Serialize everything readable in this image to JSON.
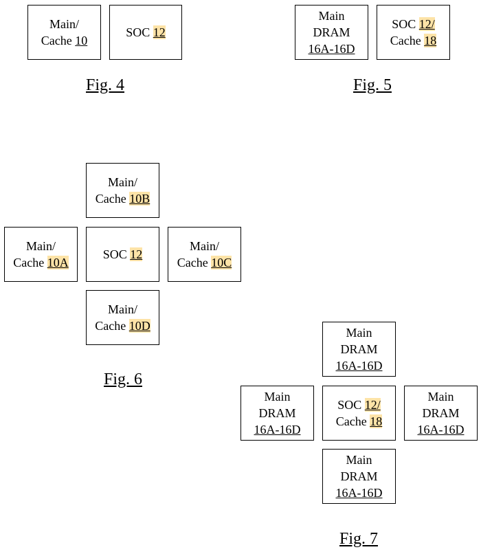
{
  "colors": {
    "highlight": "#fde3a7",
    "border": "#000000"
  },
  "fig4": {
    "caption": "Fig. 4",
    "main_cache": {
      "word1": "Main/",
      "word2": "Cache ",
      "ref": "10"
    },
    "soc": {
      "word1": "SOC ",
      "ref": "12"
    }
  },
  "fig5": {
    "caption": "Fig. 5",
    "main_dram": {
      "line1": "Main",
      "line2": "DRAM",
      "ref": "16A-16D"
    },
    "soc_cache": {
      "word1": "SOC ",
      "ref1": "12/",
      "word2": "Cache ",
      "ref2": "18"
    }
  },
  "fig6": {
    "caption": "Fig. 6",
    "top": {
      "word1": "Main/",
      "word2": "Cache ",
      "ref": "10B"
    },
    "left": {
      "word1": "Main/",
      "word2": "Cache ",
      "ref": "10A"
    },
    "center": {
      "word1": "SOC ",
      "ref": "12"
    },
    "right": {
      "word1": "Main/",
      "word2": "Cache ",
      "ref": "10C"
    },
    "bottom": {
      "word1": "Main/",
      "word2": "Cache ",
      "ref": "10D"
    }
  },
  "fig7": {
    "caption": "Fig. 7",
    "top": {
      "line1": "Main",
      "line2": "DRAM",
      "ref": "16A-16D"
    },
    "left": {
      "line1": "Main",
      "line2": "DRAM",
      "ref": "16A-16D"
    },
    "center": {
      "word1": "SOC ",
      "ref1": "12/",
      "word2": "Cache ",
      "ref2": "18"
    },
    "right": {
      "line1": "Main",
      "line2": "DRAM",
      "ref": "16A-16D"
    },
    "bottom": {
      "line1": "Main",
      "line2": "DRAM",
      "ref": "16A-16D"
    }
  }
}
